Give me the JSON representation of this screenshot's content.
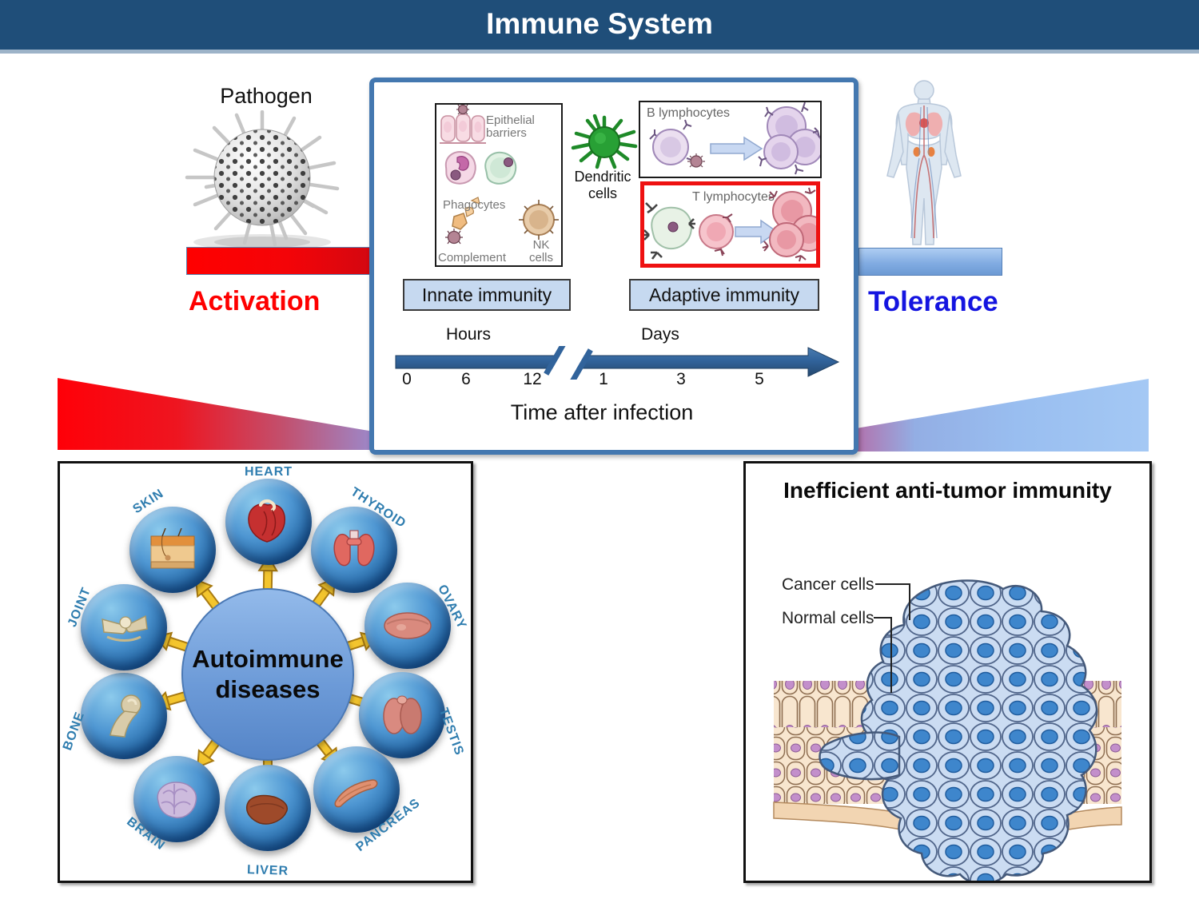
{
  "slide": {
    "title": "Immune System"
  },
  "left": {
    "pathogen_label": "Pathogen",
    "activation_label": "Activation"
  },
  "right": {
    "tolerance_label": "Tolerance"
  },
  "center_box": {
    "innate": {
      "epithelial_label": "Epithelial barriers",
      "phagocytes_label": "Phagocytes",
      "complement_label": "Complement",
      "nk_label": "NK cells",
      "box_label": "Innate immunity"
    },
    "dendritic_label": "Dendritic cells",
    "adaptive": {
      "b_label": "B lymphocytes",
      "t_label": "T lymphocytes",
      "box_label": "Adaptive immunity"
    },
    "timeline": {
      "hours_label": "Hours",
      "days_label": "Days",
      "ticks": [
        "0",
        "6",
        "12",
        "1",
        "3",
        "5"
      ],
      "axis_label": "Time after infection"
    }
  },
  "autoimmune": {
    "center_label": "Autoimmune diseases",
    "organs": [
      {
        "label": "HEART"
      },
      {
        "label": "THYROID"
      },
      {
        "label": "OVARY"
      },
      {
        "label": "TESTIS"
      },
      {
        "label": "PANCREAS"
      },
      {
        "label": "LIVER"
      },
      {
        "label": "BRAIN"
      },
      {
        "label": "BONE"
      },
      {
        "label": "JOINT"
      },
      {
        "label": "SKIN"
      }
    ]
  },
  "tumor": {
    "title": "Inefficient anti-tumor immunity",
    "cancer_label": "Cancer cells",
    "normal_label": "Normal cells"
  },
  "colors": {
    "header_blue": "#1F4E79",
    "box_border_blue": "#4478B0",
    "activation_red": "#FE0000",
    "tolerance_blue": "#1414E0",
    "label_box_fill": "#C6D9F0",
    "timeline_arrow_blue": "#31639B",
    "highlight_red": "#EE1111",
    "wheel_arrow_gold": "#F3C52E"
  }
}
